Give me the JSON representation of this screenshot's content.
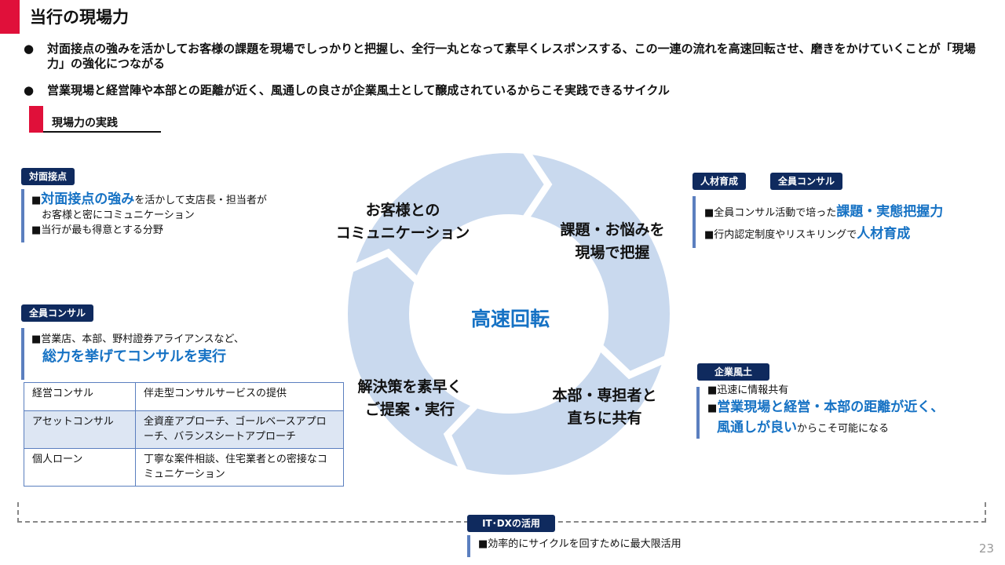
{
  "title": "当行の現場力",
  "bullets": [
    "対面接点の強みを活かしてお客様の課題を現場でしっかりと把握し、全行一丸となって素早くレスポンスする、この一連の流れを高速回転させ、磨きをかけていくことが「現場力」の強化につながる",
    "営業現場と経営陣や本部との距離が近く、風通しの良さが企業風土として醸成されているからこそ実践できるサイクル"
  ],
  "bullet_mark": "●",
  "section": "現場力の実践",
  "left_top": {
    "tag": "対面接点",
    "l1_mark": "■",
    "l1_hl": "対面接点の強み",
    "l1_rest": "を活かして支店長・担当者が",
    "l1_cont": "お客様と密にコミュニケーション",
    "l2": "■当行が最も得意とする分野"
  },
  "left_mid": {
    "tag": "全員コンサル",
    "l1": "■営業店、本部、野村證券アライアンスなど、",
    "l2_hl": "総力を挙げてコンサルを実行"
  },
  "table": [
    [
      "経営コンサル",
      "伴走型コンサルサービスの提供"
    ],
    [
      "アセットコンサル",
      "全資産アプローチ、ゴールベースアプローチ、バランスシートアプローチ"
    ],
    [
      "個人ローン",
      "丁寧な案件相談、住宅業者との密接なコミュニケーション"
    ]
  ],
  "cycle": {
    "center": "高速回転",
    "s1": [
      "お客様との",
      "コミュニケーション"
    ],
    "s2": [
      "課題・お悩みを",
      "現場で把握"
    ],
    "s3": [
      "本部・専担者と",
      "直ちに共有"
    ],
    "s4": [
      "解決策を素早く",
      "ご提案・実行"
    ]
  },
  "right_top": {
    "tags": [
      "人材育成",
      "全員コンサル"
    ],
    "l1_rest": "■全員コンサル活動で培った",
    "l1_hl": "課題・実態把握力",
    "l2_rest": "■行内認定制度やリスキリングで",
    "l2_hl": "人材育成"
  },
  "right_bot": {
    "tag": "企業風土",
    "l1": "■迅速に情報共有",
    "l2_mark": "■",
    "l2_hl": "営業現場と経営・本部の距離が近く、",
    "l3_hl": "風通しが良い",
    "l3_rest": "からこそ可能になる"
  },
  "bottom": {
    "tag": "IT･DXの活用",
    "text": "■効率的にサイクルを回すために最大限活用"
  },
  "page_number": "23",
  "colors": {
    "accent_red": "#e0103a",
    "navy": "#0f2a5e",
    "highlight_blue": "#1672c4",
    "ring": "#c9d9ee"
  }
}
